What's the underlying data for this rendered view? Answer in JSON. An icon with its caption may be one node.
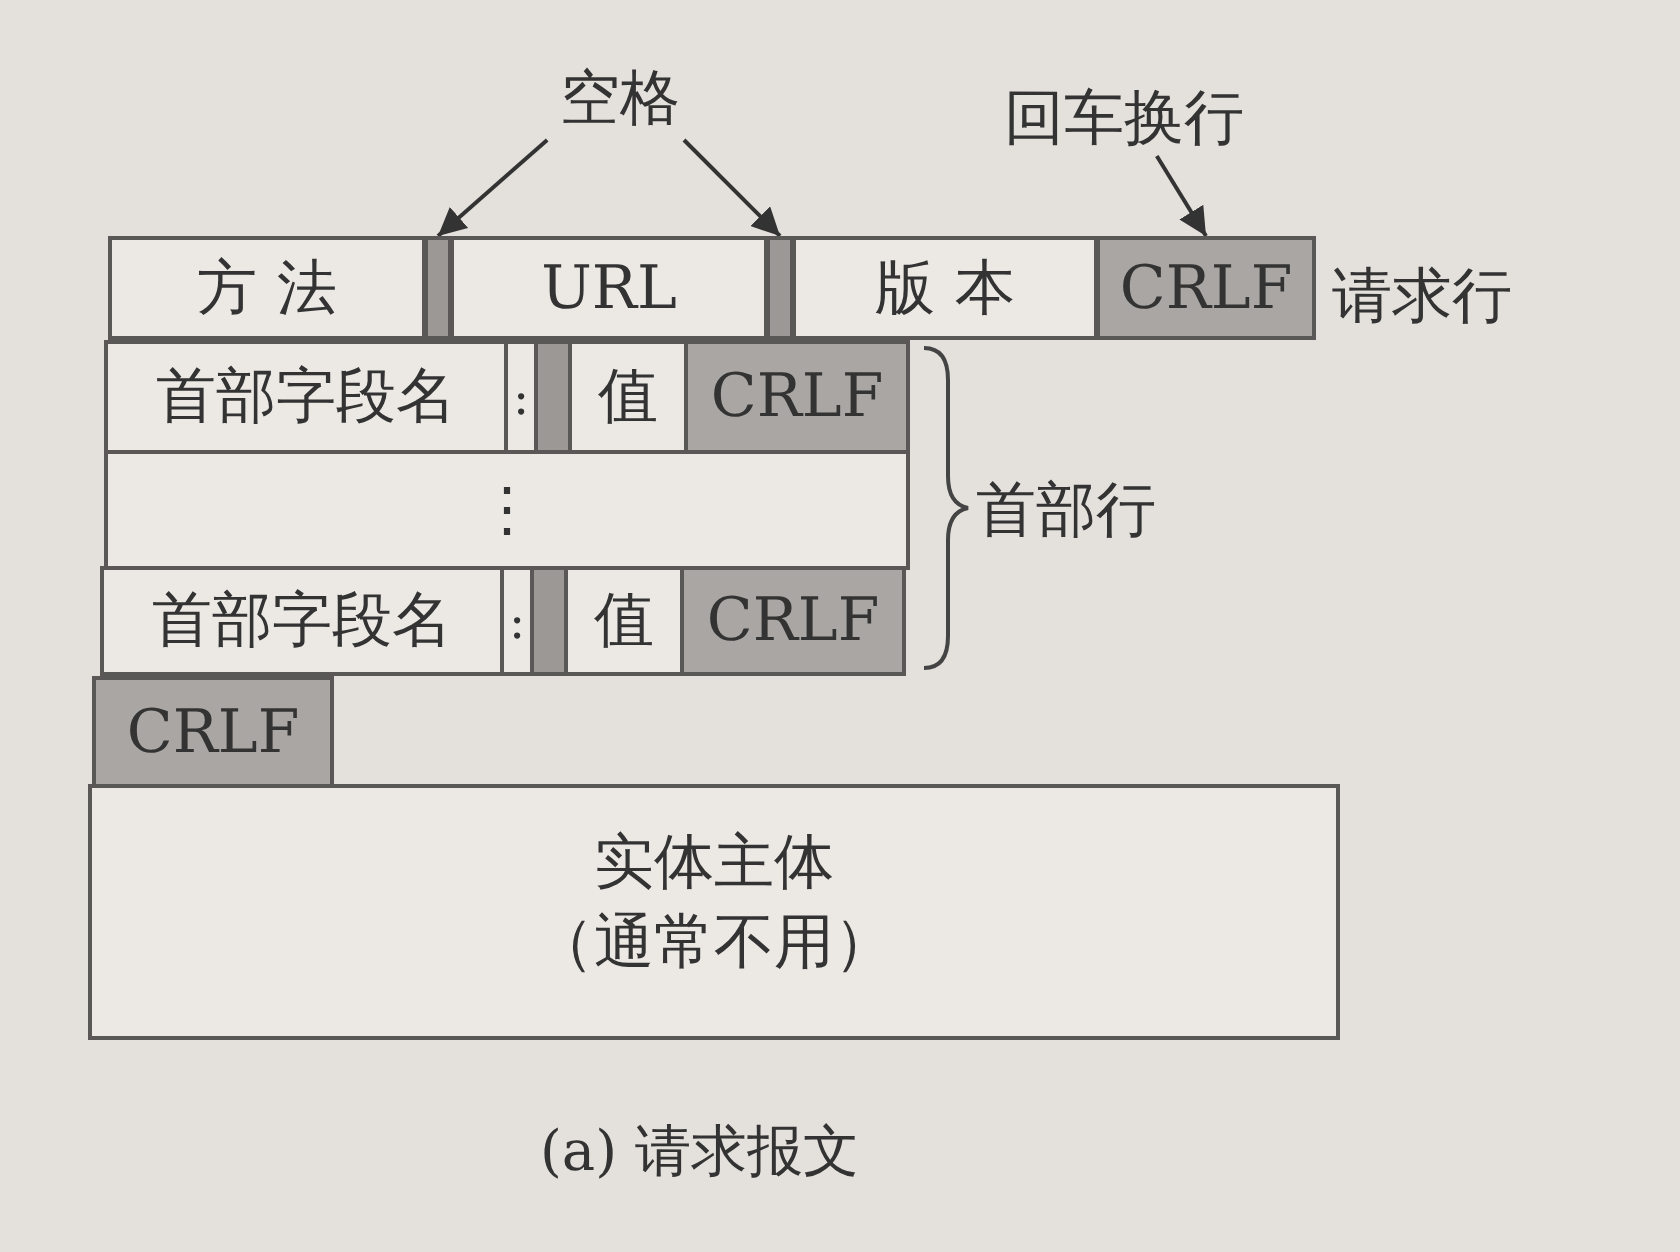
{
  "diagram": {
    "caption": "(a) 请求报文",
    "nodes": [
      {
        "text": [
          "空格"
        ]
      },
      {
        "text": [
          "回车换行"
        ]
      },
      {
        "text": [
          "方 法"
        ]
      },
      {
        "text": [],
        "shape": "bar"
      },
      {
        "text": [
          "URL"
        ]
      },
      {
        "text": [],
        "shape": "bar"
      },
      {
        "text": [
          "版 本"
        ]
      },
      {
        "text": [
          "CRLF"
        ]
      },
      {
        "text": [
          "首部字段名"
        ]
      },
      {
        "text": [
          ":"
        ]
      },
      {
        "text": [],
        "shape": "bar"
      },
      {
        "text": [
          "值"
        ]
      },
      {
        "text": [
          "CRLF"
        ]
      },
      {
        "text": [
          "⋮"
        ]
      },
      {
        "text": [
          "首部字段名"
        ]
      },
      {
        "text": [
          ":"
        ]
      },
      {
        "text": [],
        "shape": "bar"
      },
      {
        "text": [
          "值"
        ]
      },
      {
        "text": [
          "CRLF"
        ]
      },
      {
        "text": [
          "CRLF"
        ]
      },
      {
        "text": [
          "实体主体",
          "（通常不用）"
        ]
      }
    ],
    "edges": [
      {
        "from": 0,
        "to": 3,
        "arrow": "to"
      },
      {
        "from": 0,
        "to": 5,
        "arrow": "to"
      },
      {
        "from": 1,
        "to": 7,
        "arrow": "to"
      }
    ],
    "labels": [
      "请求行",
      "首部行"
    ]
  }
}
